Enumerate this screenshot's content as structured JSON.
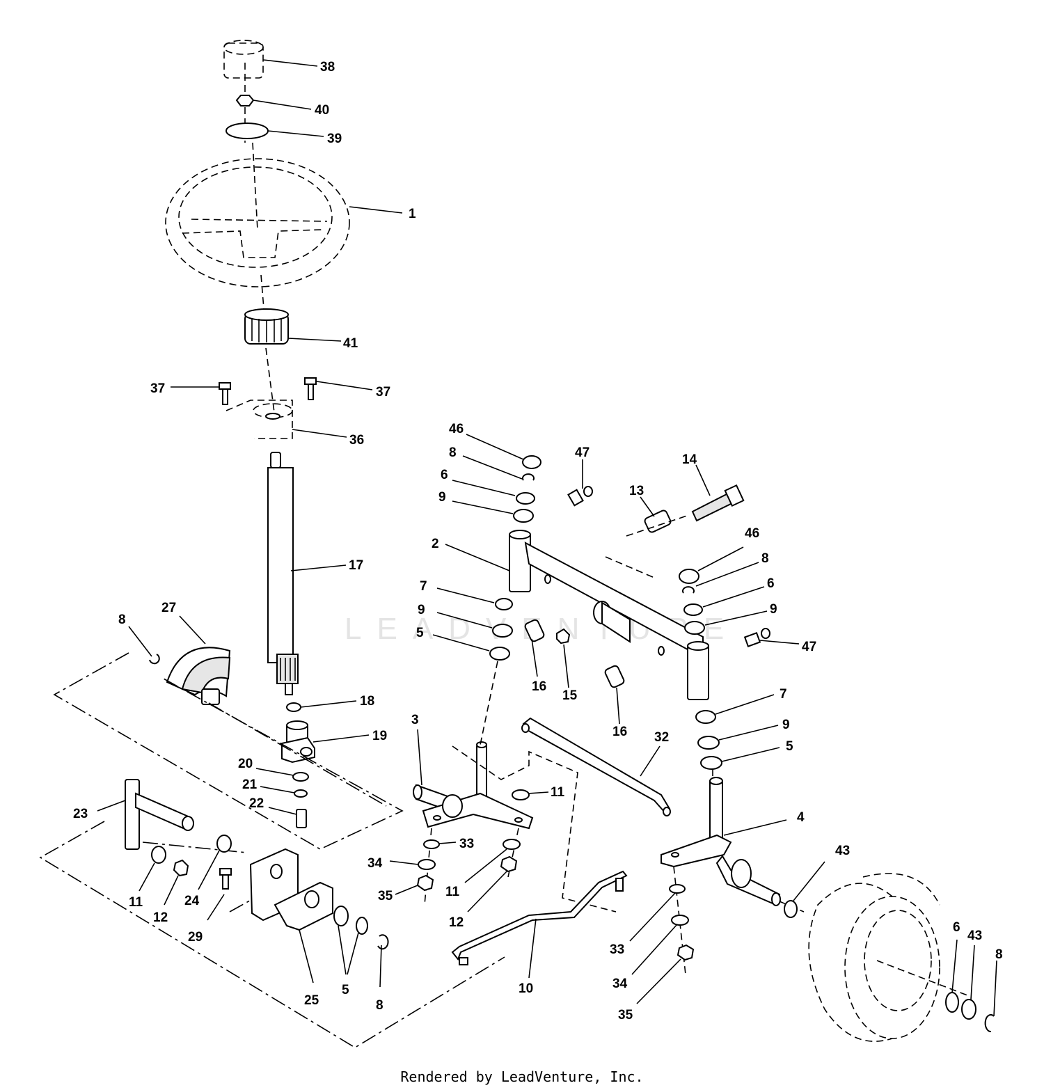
{
  "watermark": "LEADVENTURE",
  "footer": "Rendered by LeadVenture, Inc.",
  "callouts": {
    "c38": "38",
    "c40": "40",
    "c39": "39",
    "c1": "1",
    "c41": "41",
    "c37a": "37",
    "c37b": "37",
    "c36": "36",
    "c17": "17",
    "c8a": "8",
    "c27": "27",
    "c18": "18",
    "c19": "19",
    "c20": "20",
    "c21": "21",
    "c22": "22",
    "c23": "23",
    "c11a": "11",
    "c12a": "12",
    "c24": "24",
    "c29": "29",
    "c25": "25",
    "c5a": "5",
    "c8b": "8",
    "c46a": "46",
    "c8c": "8",
    "c6a": "6",
    "c9a": "9",
    "c47a": "47",
    "c2": "2",
    "c7a": "7",
    "c9b": "9",
    "c5b": "5",
    "c16a": "16",
    "c15": "15",
    "c13": "13",
    "c14": "14",
    "c46b": "46",
    "c8d": "8",
    "c6b": "6",
    "c9c": "9",
    "c47b": "47",
    "c16b": "16",
    "c7b": "7",
    "c9d": "9",
    "c5c": "5",
    "c3": "3",
    "c11b": "11",
    "c33a": "33",
    "c34a": "34",
    "c35a": "35",
    "c11c": "11",
    "c12b": "12",
    "c32": "32",
    "c10": "10",
    "c4": "4",
    "c33b": "33",
    "c34b": "34",
    "c35b": "35",
    "c43a": "43",
    "c6c": "6",
    "c43b": "43",
    "c8e": "8"
  }
}
